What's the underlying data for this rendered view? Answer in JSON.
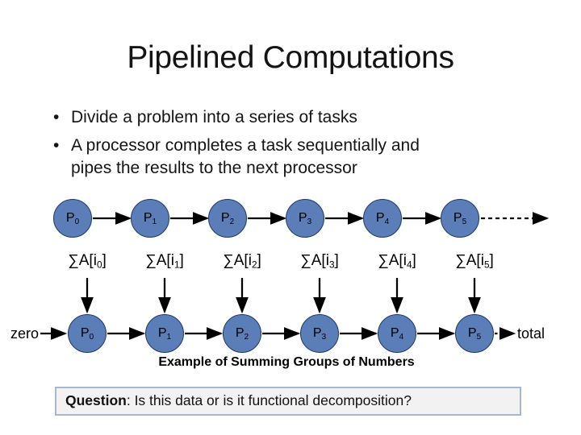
{
  "slide": {
    "title": "Pipelined Computations",
    "bullets": [
      {
        "lines": [
          "Divide a problem into a series of tasks"
        ]
      },
      {
        "lines": [
          "A processor completes a task sequentially and",
          "pipes the results to the next processor"
        ]
      }
    ]
  },
  "diagram": {
    "caption": "Example of Summing Groups of Numbers",
    "input_label": "zero",
    "output_label": "total",
    "top_row_nodes": [
      {
        "name": "P",
        "sub": "0"
      },
      {
        "name": "P",
        "sub": "1"
      },
      {
        "name": "P",
        "sub": "2"
      },
      {
        "name": "P",
        "sub": "3"
      },
      {
        "name": "P",
        "sub": "4"
      },
      {
        "name": "P",
        "sub": "5"
      }
    ],
    "bottom_row_nodes": [
      {
        "name": "P",
        "sub": "0"
      },
      {
        "name": "P",
        "sub": "1"
      },
      {
        "name": "P",
        "sub": "2"
      },
      {
        "name": "P",
        "sub": "3"
      },
      {
        "name": "P",
        "sub": "4"
      },
      {
        "name": "P",
        "sub": "5"
      }
    ],
    "sum_labels": [
      {
        "prefix": "∑A[i",
        "sub": "0",
        "suffix": "]"
      },
      {
        "prefix": "∑A[i",
        "sub": "1",
        "suffix": "]"
      },
      {
        "prefix": "∑A[i",
        "sub": "2",
        "suffix": "]"
      },
      {
        "prefix": "∑A[i",
        "sub": "3",
        "suffix": "]"
      },
      {
        "prefix": "∑A[i",
        "sub": "4",
        "suffix": "]"
      },
      {
        "prefix": "∑A[i",
        "sub": "5",
        "suffix": "]"
      }
    ],
    "colors": {
      "node_fill": "#5b7db8",
      "node_border": "#1f3864",
      "arrow": "#000000"
    }
  },
  "question_box": {
    "label": "Question",
    "text": ": Is this data or is it functional decomposition?"
  }
}
